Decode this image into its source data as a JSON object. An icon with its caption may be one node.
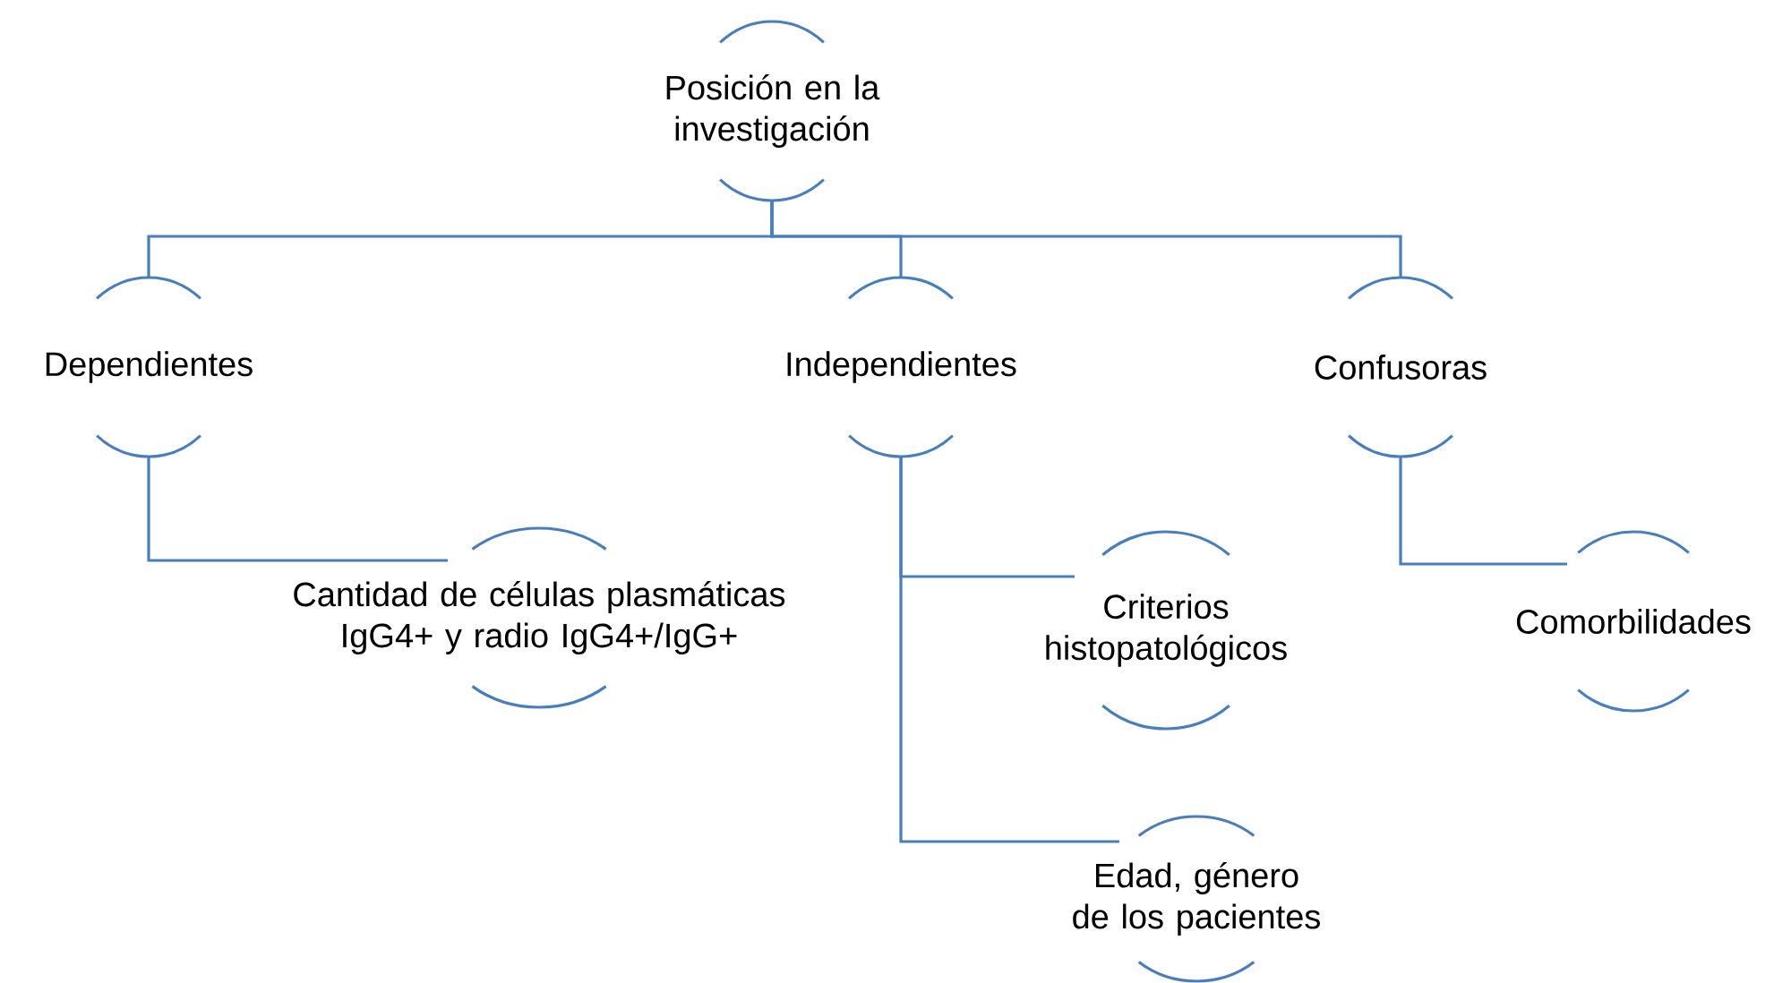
{
  "diagram": {
    "nodes": [
      {
        "text": [
          "Posición en la investigación"
        ]
      },
      {
        "text": [
          "Dependientes"
        ]
      },
      {
        "text": [
          "Independientes"
        ]
      },
      {
        "text": [
          "Confusoras"
        ]
      },
      {
        "text": [
          "Cantidad de células plasmáticas IgG4+ y radio IgG4+/IgG+"
        ]
      },
      {
        "text": [
          "Criterios histopatológicos"
        ]
      },
      {
        "text": [
          "Comorbilidades"
        ]
      },
      {
        "text": [
          "Edad, género de los pacientes"
        ]
      }
    ],
    "edges": [
      {
        "from": 0,
        "to": 1,
        "arrow": "none"
      },
      {
        "from": 0,
        "to": 2,
        "arrow": "none"
      },
      {
        "from": 0,
        "to": 3,
        "arrow": "none"
      },
      {
        "from": 1,
        "to": 4,
        "arrow": "none"
      },
      {
        "from": 2,
        "to": 5,
        "arrow": "none"
      },
      {
        "from": 2,
        "to": 7,
        "arrow": "none"
      },
      {
        "from": 3,
        "to": 6,
        "arrow": "none"
      }
    ]
  }
}
